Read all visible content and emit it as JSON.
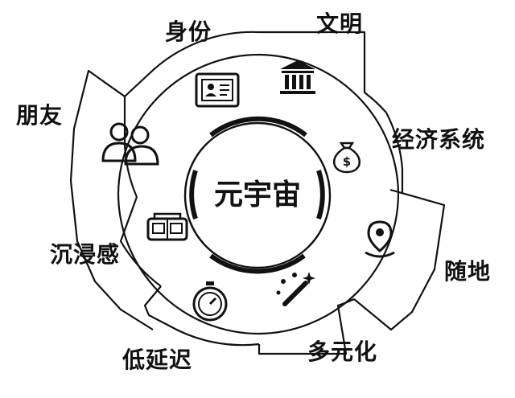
{
  "center": {
    "label": "元宇宙"
  },
  "segments": [
    {
      "label": "身份",
      "icon": "id-card-icon"
    },
    {
      "label": "文明",
      "icon": "building-icon"
    },
    {
      "label": "经济系统",
      "icon": "money-bag-icon"
    },
    {
      "label": "随地",
      "icon": "location-pin-icon"
    },
    {
      "label": "多元化",
      "icon": "magic-wand-icon"
    },
    {
      "label": "低延迟",
      "icon": "stopwatch-icon"
    },
    {
      "label": "沉浸感",
      "icon": "vr-headset-icon"
    },
    {
      "label": "朋友",
      "icon": "users-icon"
    }
  ],
  "colors": {
    "stroke": "#111111",
    "background": "#ffffff"
  }
}
